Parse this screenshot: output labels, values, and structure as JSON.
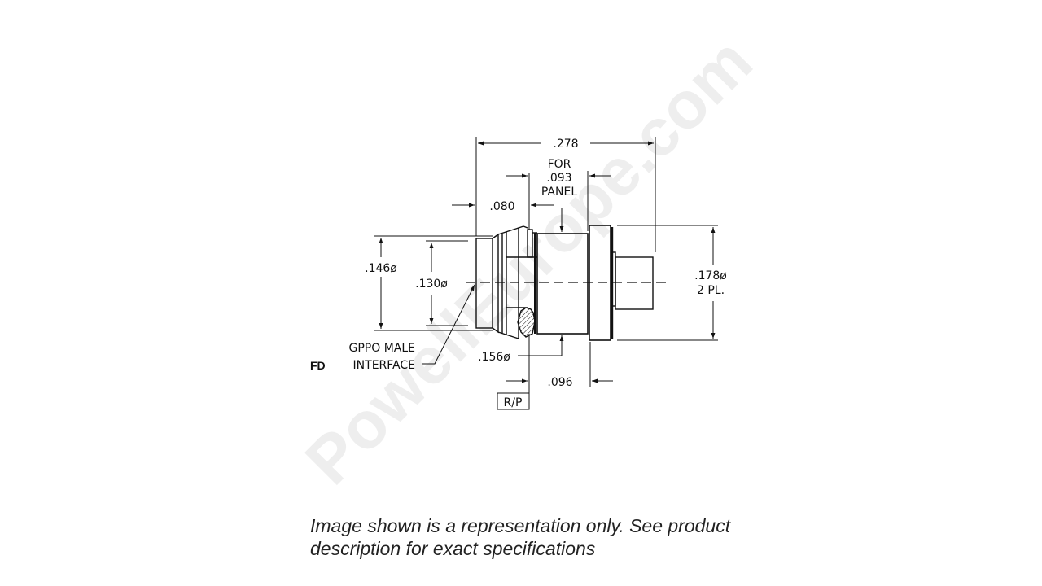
{
  "drawing": {
    "watermark": "PowellEurope.com",
    "dimensions": {
      "overall_length": ".278",
      "front_length": ".080",
      "panel_note_line1": "FOR",
      "panel_note_line2": ".093",
      "panel_note_line3": "PANEL",
      "outer_diameter": ".146ø",
      "inner_diameter": ".130ø",
      "flange_diameter_line1": ".178ø",
      "flange_diameter_line2": "2 PL.",
      "body_diameter": ".156ø",
      "body_length": ".096"
    },
    "interface_label_line1": "GPPO MALE",
    "interface_label_line2": "INTERFACE",
    "interface_code": "FD",
    "reference_plane": "R/P"
  },
  "caption": {
    "line1": "Image shown is a representation only. See product",
    "line2": "description for exact specifications"
  },
  "colors": {
    "line": "#111111",
    "watermark": "#e9e9e9",
    "caption": "#222222"
  }
}
